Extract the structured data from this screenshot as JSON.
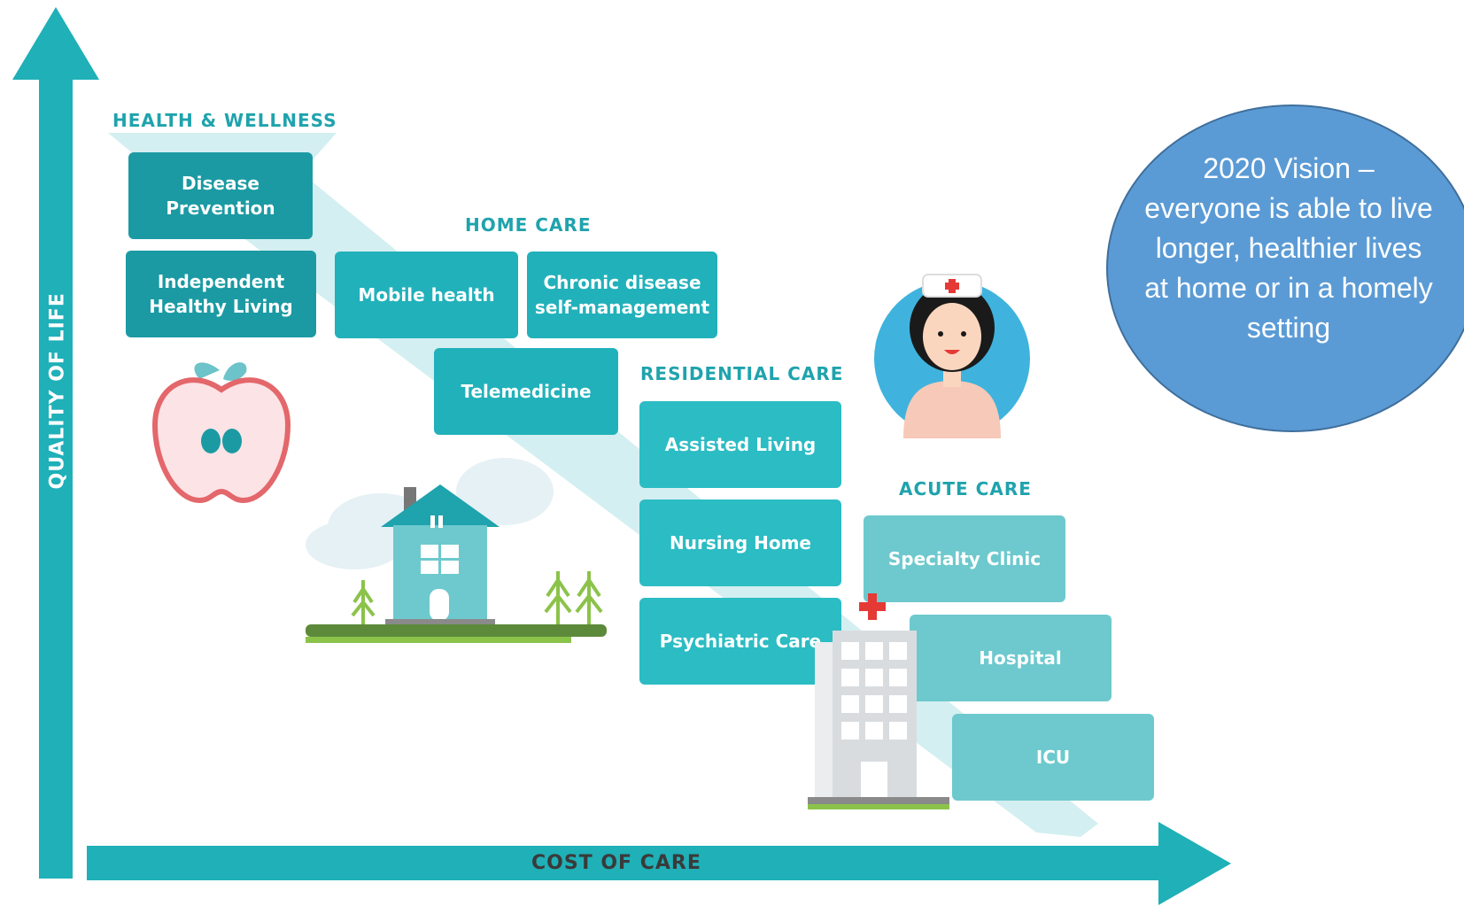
{
  "axes": {
    "y_label": "QUALITY OF LIFE",
    "x_label": "COST OF CARE"
  },
  "categories": {
    "health_wellness": {
      "title": "HEALTH & WELLNESS",
      "items": [
        "Disease\nPrevention",
        "Independent\nHealthy Living"
      ]
    },
    "home_care": {
      "title": "HOME CARE",
      "items": [
        "Mobile health",
        "Chronic disease\nself-management",
        "Telemedicine"
      ]
    },
    "residential_care": {
      "title": "RESIDENTIAL CARE",
      "items": [
        "Assisted Living",
        "Nursing Home",
        "Psychiatric Care"
      ]
    },
    "acute_care": {
      "title": "ACUTE CARE",
      "items": [
        "Specialty Clinic",
        "Hospital",
        "ICU"
      ]
    }
  },
  "vision": {
    "text": "2020 Vision – everyone is able to live longer, healthier lives at home or in a homely setting"
  },
  "colors": {
    "axis": "#1fb0b8",
    "health_wellness": "#1b9aa3",
    "home_care": "#21b1ba",
    "residential_care": "#2bbcc4",
    "acute_care": "#6dc9cd",
    "vision_bubble": "#5b9bd5"
  },
  "icons": [
    "apple-icon",
    "house-icon",
    "nurse-icon",
    "hospital-icon"
  ]
}
